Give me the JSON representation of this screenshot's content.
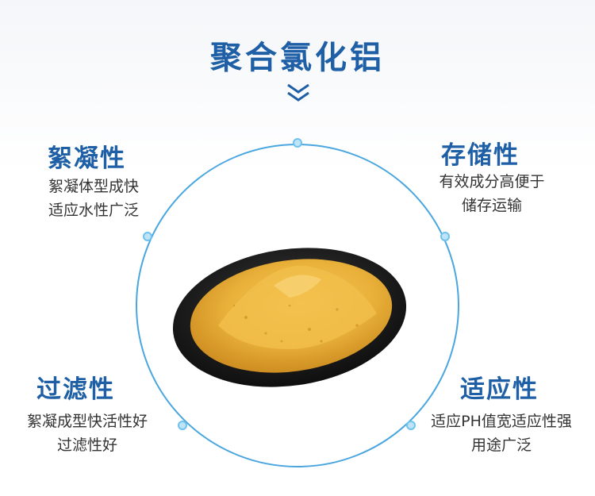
{
  "title": "聚合氯化铝",
  "colors": {
    "accent": "#1f5fa6",
    "ring": "#4aa6df",
    "powder": "#e9b13a",
    "plate": "#1a1a1a"
  },
  "features": {
    "flocculation": {
      "title": "絮凝性",
      "line1": "絮凝体型成快",
      "line2": "适应水性广泛"
    },
    "storage": {
      "title": "存储性",
      "line1": "有效成分高便于",
      "line2": "储存运输"
    },
    "filtration": {
      "title": "过滤性",
      "line1": "絮凝成型快活性好",
      "line2": "过滤性好"
    },
    "adaptability": {
      "title": "适应性",
      "line1": "适应PH值宽适应性强",
      "line2": "用途广泛"
    }
  }
}
